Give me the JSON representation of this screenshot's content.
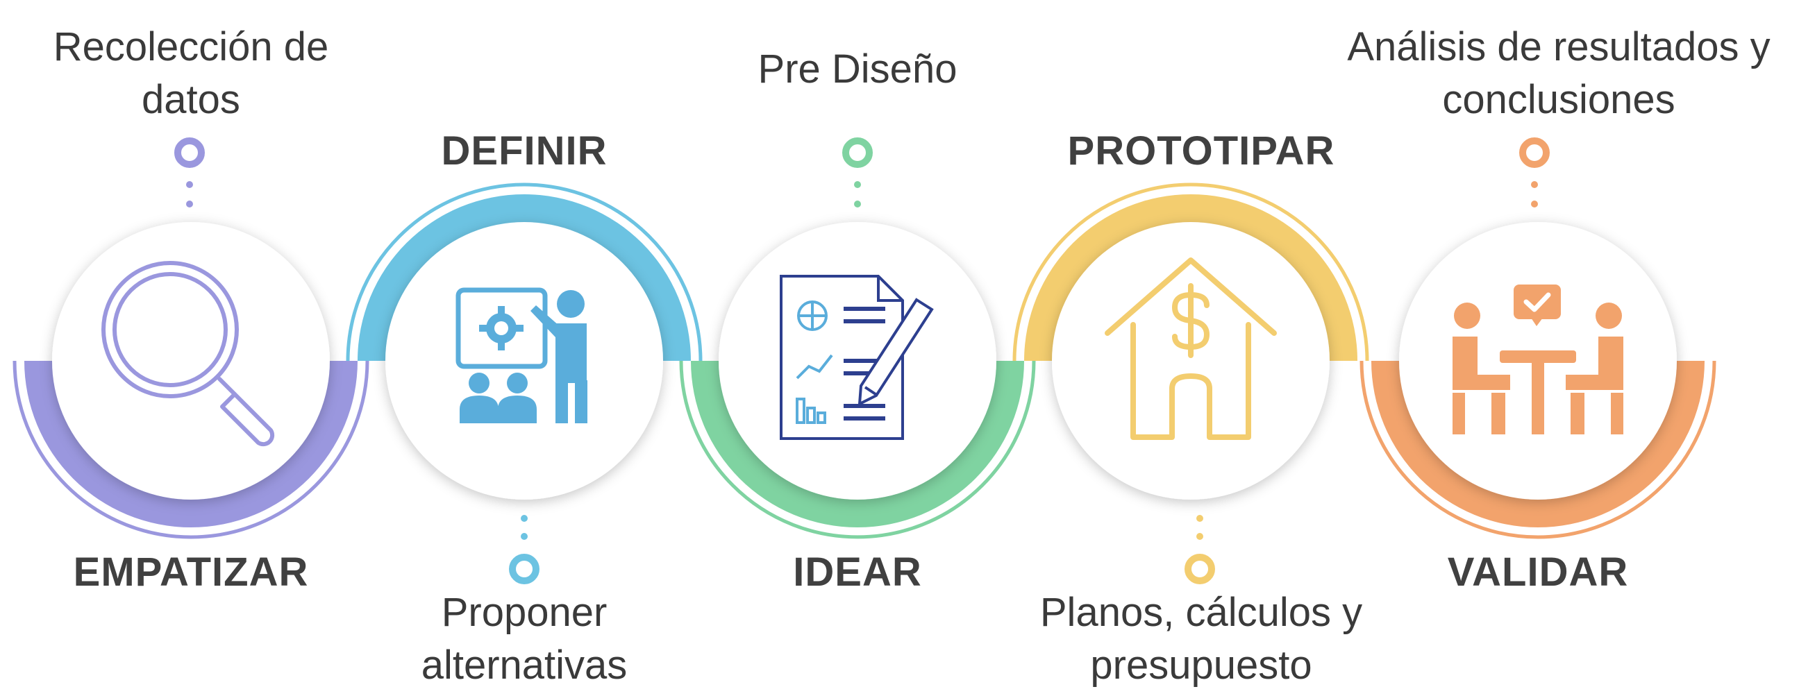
{
  "colors": {
    "empatizar": "#9a97de",
    "definir": "#6cc3e2",
    "idear": "#7fd3a1",
    "prototipar": "#f3cd6f",
    "validar": "#f2a36c",
    "text": "#3a3a3a",
    "icon_blue": "#5aaddb",
    "icon_navy": "#2d3f8f"
  },
  "icons": {
    "empatizar": "magnifying-glass",
    "definir": "presentation-board",
    "idear": "document-with-pen",
    "prototipar": "house-with-dollar",
    "validar": "meeting-checkmark"
  },
  "steps": [
    {
      "phase": "EMPATIZAR",
      "description": [
        "Recolección de",
        "datos"
      ]
    },
    {
      "phase": "DEFINIR",
      "description": [
        "Proponer",
        "alternativas"
      ]
    },
    {
      "phase": "IDEAR",
      "description": [
        "Pre Diseño"
      ]
    },
    {
      "phase": "PROTOTIPAR",
      "description": [
        "Planos, cálculos y",
        "presupuesto"
      ]
    },
    {
      "phase": "VALIDAR",
      "description": [
        "Análisis de resultados y",
        "conclusiones"
      ]
    }
  ]
}
